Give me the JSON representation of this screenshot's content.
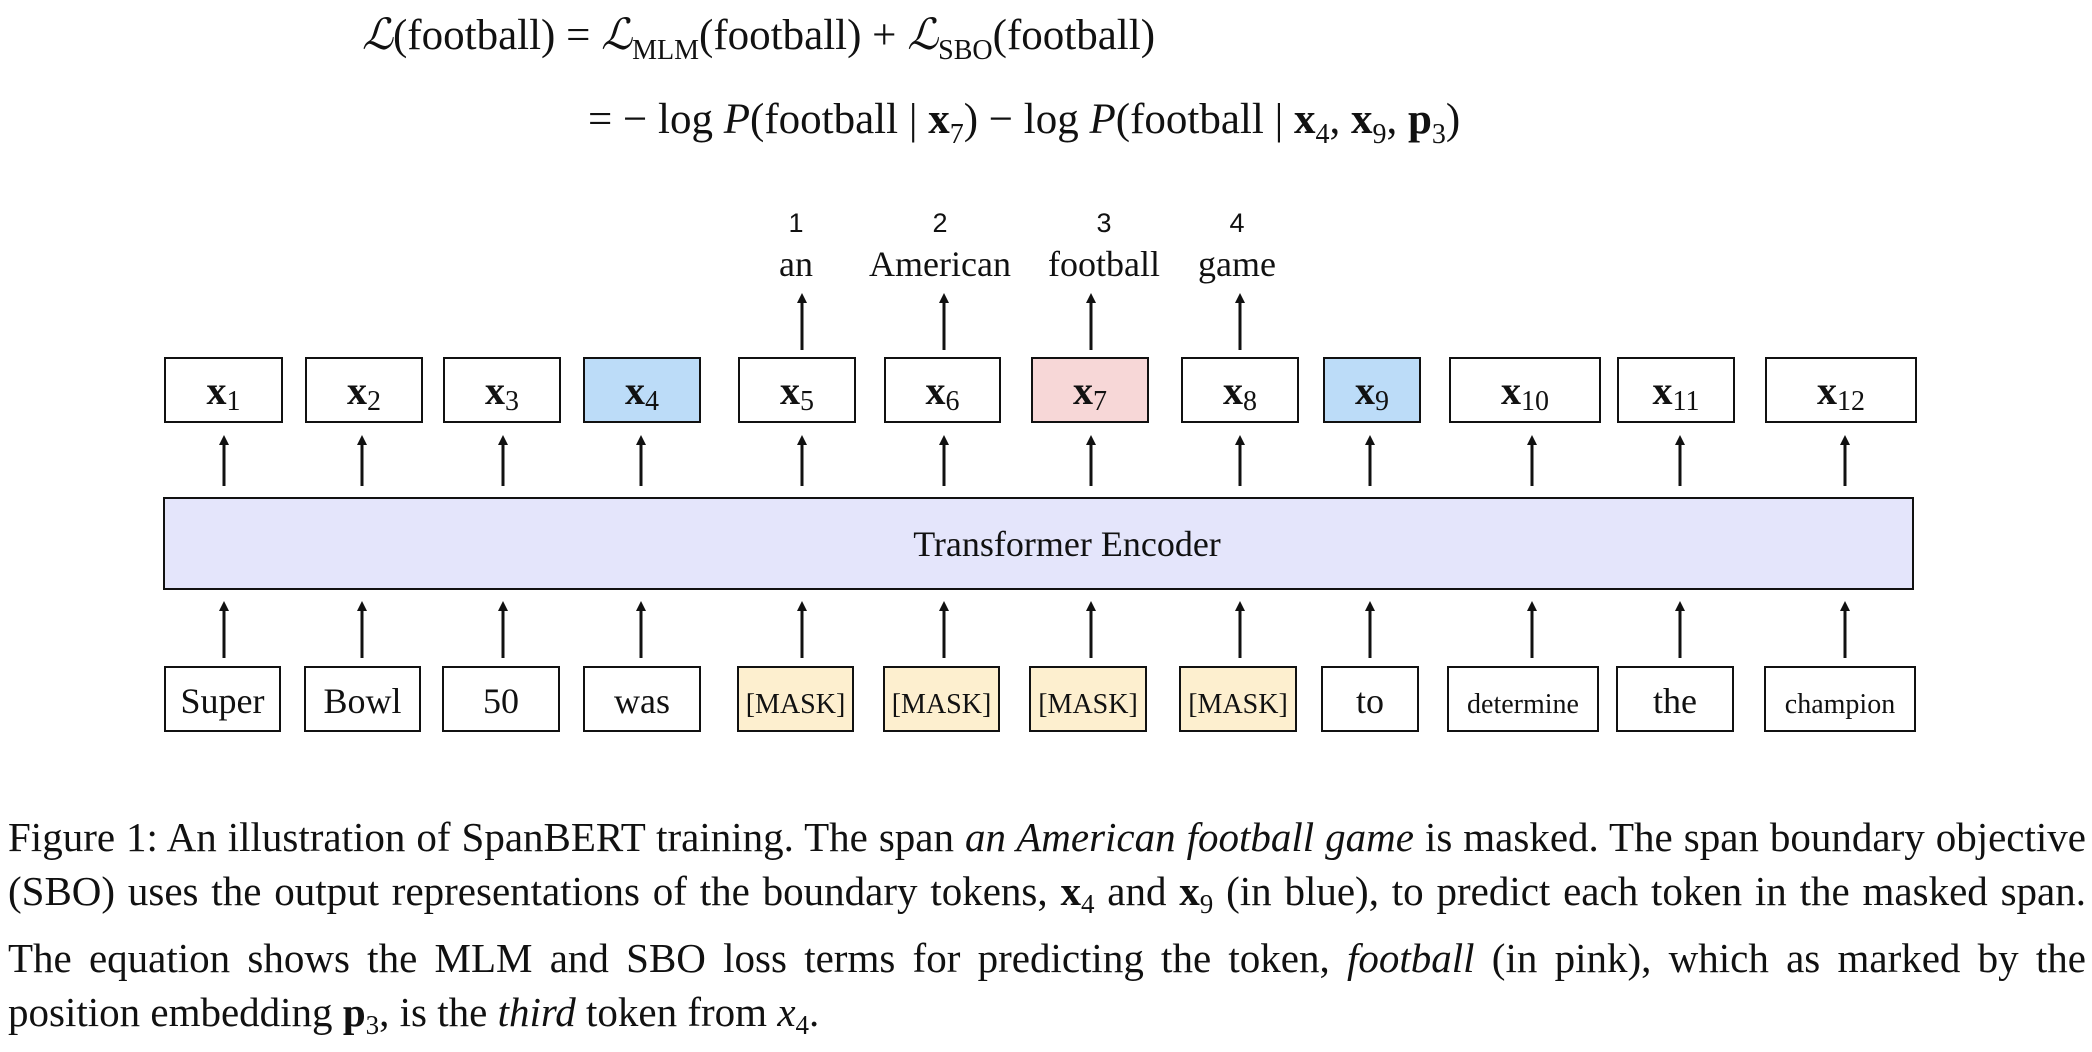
{
  "equation": {
    "line1": {
      "lhs_symbol": "ℒ",
      "lhs_arg": "(football)",
      "eq": "=",
      "mlm_symbol": "ℒ",
      "mlm_sub": "MLM",
      "mlm_arg": "(football)",
      "plus": "+",
      "sbo_symbol": "ℒ",
      "sbo_sub": "SBO",
      "sbo_arg": "(football)"
    },
    "line2": {
      "eq": "=",
      "term1_prefix": "− log ",
      "term1_p": "P",
      "term1_open": "(football | ",
      "term1_x": "x",
      "term1_x_sub": "7",
      "term1_close": ")",
      "minus": " − log ",
      "term2_p": "P",
      "term2_open": "(football | ",
      "term2_x1": "x",
      "term2_x1_sub": "4",
      "term2_comma1": ", ",
      "term2_x2": "x",
      "term2_x2_sub": "9",
      "term2_comma2": ", ",
      "term2_p3": "p",
      "term2_p3_sub": "3",
      "term2_close": ")"
    }
  },
  "colors": {
    "boundary_blue": "#bcdcf8",
    "target_pink": "#f7d7d7",
    "mask_yellow": "#fdefcf",
    "encoder_lavender": "#e4e5fb",
    "stroke": "#111111"
  },
  "diagram": {
    "encoder_label": "Transformer Encoder",
    "tokens": [
      {
        "text": "Super",
        "masked": false
      },
      {
        "text": "Bowl",
        "masked": false
      },
      {
        "text": "50",
        "masked": false
      },
      {
        "text": "was",
        "masked": false
      },
      {
        "text": "[MASK]",
        "masked": true
      },
      {
        "text": "[MASK]",
        "masked": true
      },
      {
        "text": "[MASK]",
        "masked": true
      },
      {
        "text": "[MASK]",
        "masked": true
      },
      {
        "text": "to",
        "masked": false
      },
      {
        "text": "determine",
        "masked": false
      },
      {
        "text": "the",
        "masked": false
      },
      {
        "text": "champion",
        "masked": false
      }
    ],
    "outputs": [
      {
        "symbol": "x",
        "sub": "1",
        "highlight": "none"
      },
      {
        "symbol": "x",
        "sub": "2",
        "highlight": "none"
      },
      {
        "symbol": "x",
        "sub": "3",
        "highlight": "none"
      },
      {
        "symbol": "x",
        "sub": "4",
        "highlight": "boundary"
      },
      {
        "symbol": "x",
        "sub": "5",
        "highlight": "none"
      },
      {
        "symbol": "x",
        "sub": "6",
        "highlight": "none"
      },
      {
        "symbol": "x",
        "sub": "7",
        "highlight": "target"
      },
      {
        "symbol": "x",
        "sub": "8",
        "highlight": "none"
      },
      {
        "symbol": "x",
        "sub": "9",
        "highlight": "boundary"
      },
      {
        "symbol": "x",
        "sub": "10",
        "highlight": "none"
      },
      {
        "symbol": "x",
        "sub": "11",
        "highlight": "none"
      },
      {
        "symbol": "x",
        "sub": "12",
        "highlight": "none"
      }
    ],
    "predictions": [
      {
        "index": "1",
        "word": "an"
      },
      {
        "index": "2",
        "word": "American"
      },
      {
        "index": "3",
        "word": "football"
      },
      {
        "index": "4",
        "word": "game"
      }
    ]
  },
  "caption": {
    "label": "Figure 1:",
    "t1": " An illustration of SpanBERT training. The span ",
    "t1_em": "an American football game",
    "t2": " is masked. The span boundary objective (SBO) uses the output representations of the boundary tokens, ",
    "x4": "x",
    "x4_sub": "4",
    "t3": " and ",
    "x9": "x",
    "x9_sub": "9",
    "t4": " (in blue), to predict each token in the masked span. The equation shows the MLM and SBO loss terms for predicting the token, ",
    "t4_em": "football",
    "t5": " (in pink), which as marked by the position embedding ",
    "p3": "p",
    "p3_sub": "3",
    "t6": ", is the ",
    "t6_em": "third",
    "t7": " token from ",
    "x4b": "x",
    "x4b_sub": "4",
    "t8": "."
  }
}
